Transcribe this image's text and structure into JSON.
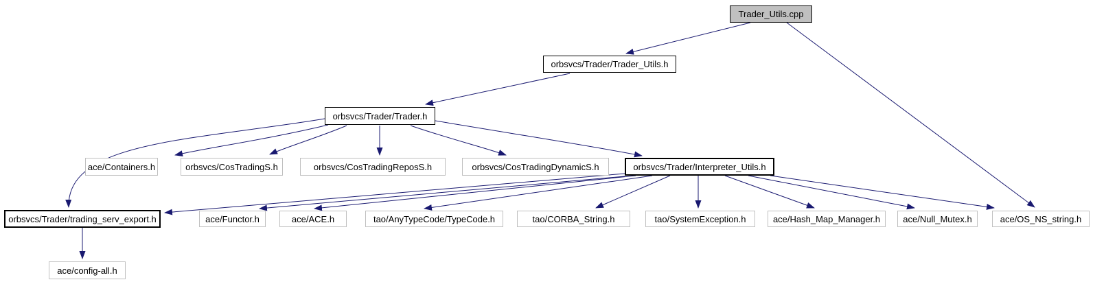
{
  "diagram": {
    "kind": "include-dependency-graph",
    "root": "Trader_Utils.cpp",
    "arrow_color": "#191970",
    "current_node_fill": "#c0c0c0",
    "link_node_border": "#000000",
    "plain_node_border": "#bfbfbf"
  },
  "nodes": [
    {
      "id": "trader-utils-cpp",
      "label": "Trader_Utils.cpp",
      "kind": "current"
    },
    {
      "id": "trader-utils-h",
      "label": "orbsvcs/Trader/Trader_Utils.h",
      "kind": "linked"
    },
    {
      "id": "trader-h",
      "label": "orbsvcs/Trader/Trader.h",
      "kind": "linked"
    },
    {
      "id": "containers-h",
      "label": "ace/Containers.h",
      "kind": "plain"
    },
    {
      "id": "costradings-h",
      "label": "orbsvcs/CosTradingS.h",
      "kind": "plain"
    },
    {
      "id": "costradingreposs-h",
      "label": "orbsvcs/CosTradingReposS.h",
      "kind": "plain"
    },
    {
      "id": "costradingdynamics-h",
      "label": "orbsvcs/CosTradingDynamicS.h",
      "kind": "plain"
    },
    {
      "id": "interpreter-utils-h",
      "label": "orbsvcs/Trader/Interpreter_Utils.h",
      "kind": "linked"
    },
    {
      "id": "trading-serv-export-h",
      "label": "orbsvcs/Trader/trading_serv_export.h",
      "kind": "linked"
    },
    {
      "id": "functor-h",
      "label": "ace/Functor.h",
      "kind": "plain"
    },
    {
      "id": "ace-h",
      "label": "ace/ACE.h",
      "kind": "plain"
    },
    {
      "id": "typecode-h",
      "label": "tao/AnyTypeCode/TypeCode.h",
      "kind": "plain"
    },
    {
      "id": "corba-string-h",
      "label": "tao/CORBA_String.h",
      "kind": "plain"
    },
    {
      "id": "systemexception-h",
      "label": "tao/SystemException.h",
      "kind": "plain"
    },
    {
      "id": "hash-map-manager-h",
      "label": "ace/Hash_Map_Manager.h",
      "kind": "plain"
    },
    {
      "id": "null-mutex-h",
      "label": "ace/Null_Mutex.h",
      "kind": "plain"
    },
    {
      "id": "os-ns-string-h",
      "label": "ace/OS_NS_string.h",
      "kind": "plain"
    },
    {
      "id": "config-all-h",
      "label": "ace/config-all.h",
      "kind": "plain"
    }
  ],
  "edges": [
    {
      "from": "trader-utils-cpp",
      "to": "trader-utils-h"
    },
    {
      "from": "trader-utils-cpp",
      "to": "os-ns-string-h"
    },
    {
      "from": "trader-utils-h",
      "to": "trader-h"
    },
    {
      "from": "trader-h",
      "to": "containers-h"
    },
    {
      "from": "trader-h",
      "to": "costradings-h"
    },
    {
      "from": "trader-h",
      "to": "costradingreposs-h"
    },
    {
      "from": "trader-h",
      "to": "costradingdynamics-h"
    },
    {
      "from": "trader-h",
      "to": "interpreter-utils-h"
    },
    {
      "from": "trader-h",
      "to": "trading-serv-export-h"
    },
    {
      "from": "interpreter-utils-h",
      "to": "trading-serv-export-h"
    },
    {
      "from": "interpreter-utils-h",
      "to": "functor-h"
    },
    {
      "from": "interpreter-utils-h",
      "to": "ace-h"
    },
    {
      "from": "interpreter-utils-h",
      "to": "typecode-h"
    },
    {
      "from": "interpreter-utils-h",
      "to": "corba-string-h"
    },
    {
      "from": "interpreter-utils-h",
      "to": "systemexception-h"
    },
    {
      "from": "interpreter-utils-h",
      "to": "hash-map-manager-h"
    },
    {
      "from": "interpreter-utils-h",
      "to": "null-mutex-h"
    },
    {
      "from": "interpreter-utils-h",
      "to": "os-ns-string-h"
    },
    {
      "from": "trading-serv-export-h",
      "to": "config-all-h"
    }
  ]
}
